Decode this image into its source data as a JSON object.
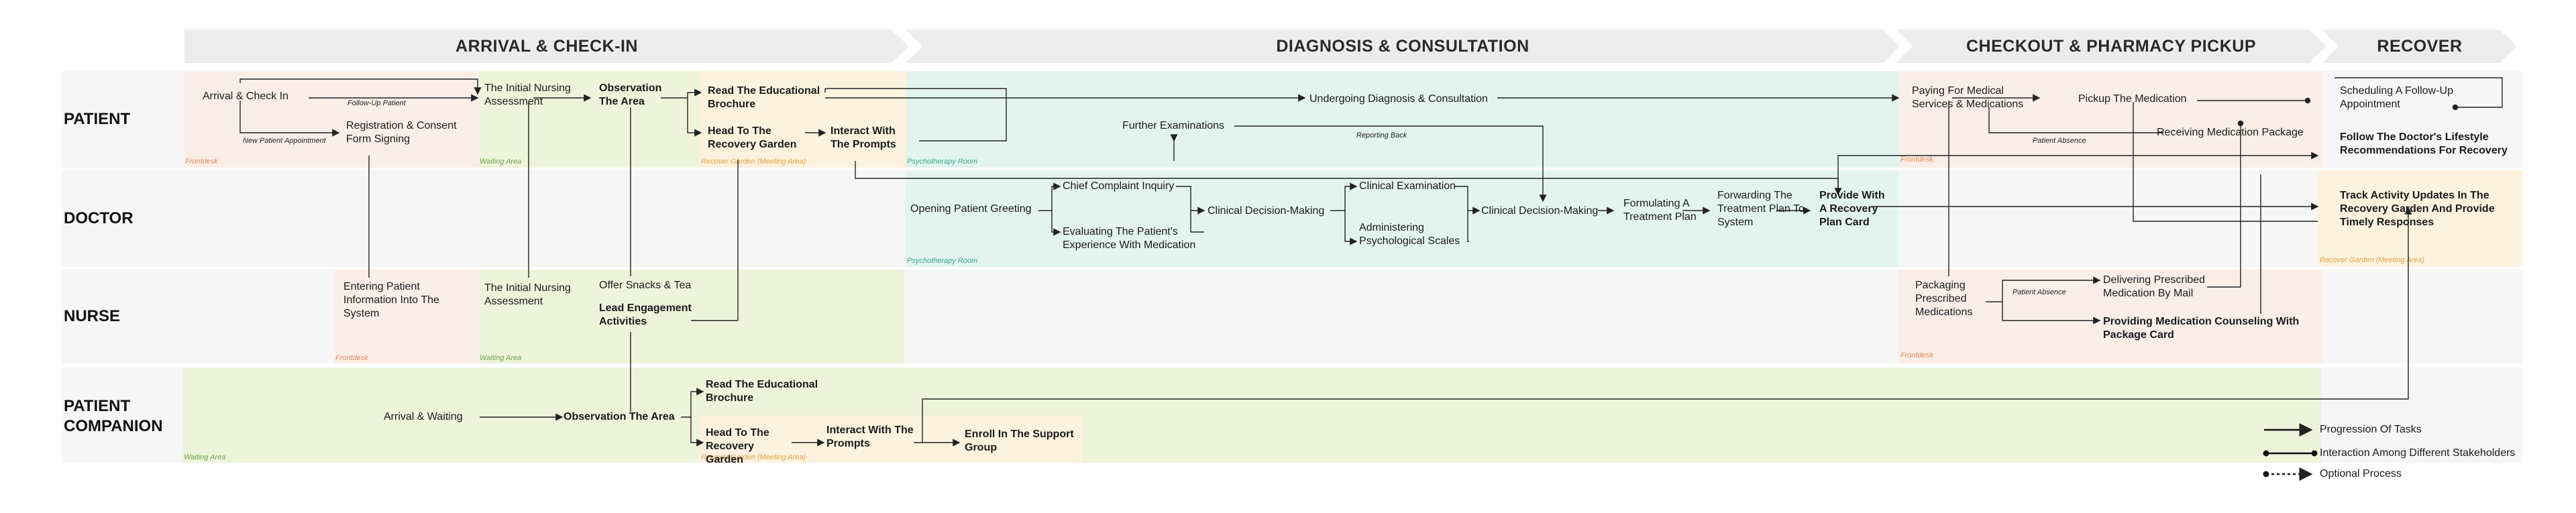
{
  "stages": [
    "ARRIVAL & CHECK-IN",
    "DIAGNOSIS & CONSULTATION",
    "CHECKOUT & PHARMACY PICKUP",
    "RECOVER"
  ],
  "lanes": [
    "PATIENT",
    "DOCTOR",
    "NURSE",
    "PATIENT COMPANION"
  ],
  "zones": {
    "frontdesk": "Frontdesk",
    "waiting": "Waiting Area",
    "garden_meeting": "Recover Garden (Meeting Area)",
    "psy_room": "Psychotherapy Room"
  },
  "patient": {
    "arrival": "Arrival & Check In",
    "followup_tag": "Follow-Up Patient",
    "new_tag": "New Patient Appointment",
    "registration": "Registration & Consent Form Signing",
    "nursing": "The Initial Nursing Assessment",
    "observation": "Observation The Area",
    "read_brochure": "Read The Educational Brochure",
    "head_garden": "Head To The Recovery Garden",
    "interact": "Interact With The Prompts",
    "undergoing": "Undergoing Diagnosis & Consultation",
    "further": "Further Examinations",
    "reporting_tag": "Reporting Back",
    "paying": "Paying For Medical Services & Medications",
    "pickup": "Pickup The Medication",
    "absence_tag": "Patient Absence",
    "receiving": "Receiving  Medication Package",
    "scheduling": "Scheduling A Follow-Up Appointment",
    "follow_lifestyle": "Follow The Doctor's Lifestyle Recommendations For Recovery"
  },
  "doctor": {
    "greeting": "Opening Patient Greeting",
    "complaint": "Chief Complaint Inquiry",
    "evaluating": "Evaluating The Patient's Experience With Medication",
    "decision1": "Clinical Decision-Making",
    "clinical_exam": "Clinical Examination",
    "psych_scales": "Administering Psychological Scales",
    "decision2": "Clinical Decision-Making",
    "formulating": "Formulating A Treatment Plan",
    "forwarding": "Forwarding The Treatment Plan To System",
    "provide_card": "Provide With A Recovery Plan Card",
    "track": "Track Activity Updates In The Recovery Garden And Provide Timely Responses"
  },
  "nurse": {
    "entering": "Entering Patient Information Into The System",
    "nursing": "The Initial Nursing Assessment",
    "snacks": "Offer Snacks & Tea",
    "lead": "Lead Engagement Activities",
    "packaging": "Packaging Prescribed Medications",
    "absence_tag": "Patient Absence",
    "delivering": "Delivering Prescribed Medication By Mail",
    "counseling": "Providing Medication Counseling With Package Card"
  },
  "companion": {
    "arrival": "Arrival & Waiting",
    "observation": "Observation The Area",
    "read_brochure": "Read The Educational Brochure",
    "head_garden": "Head To The Recovery Garden",
    "interact": "Interact With The Prompts",
    "enroll": "Enroll In The Support Group"
  },
  "legend": {
    "progression": "Progression Of Tasks",
    "interaction": "Interaction Among Different Stakeholders",
    "optional": "Optional Process"
  },
  "colors": {
    "frontdesk": "#fbeee7",
    "waiting": "#eef4dc",
    "garden": "#fdf2df",
    "psy": "#e3f4ef",
    "stage": "#ececec"
  }
}
